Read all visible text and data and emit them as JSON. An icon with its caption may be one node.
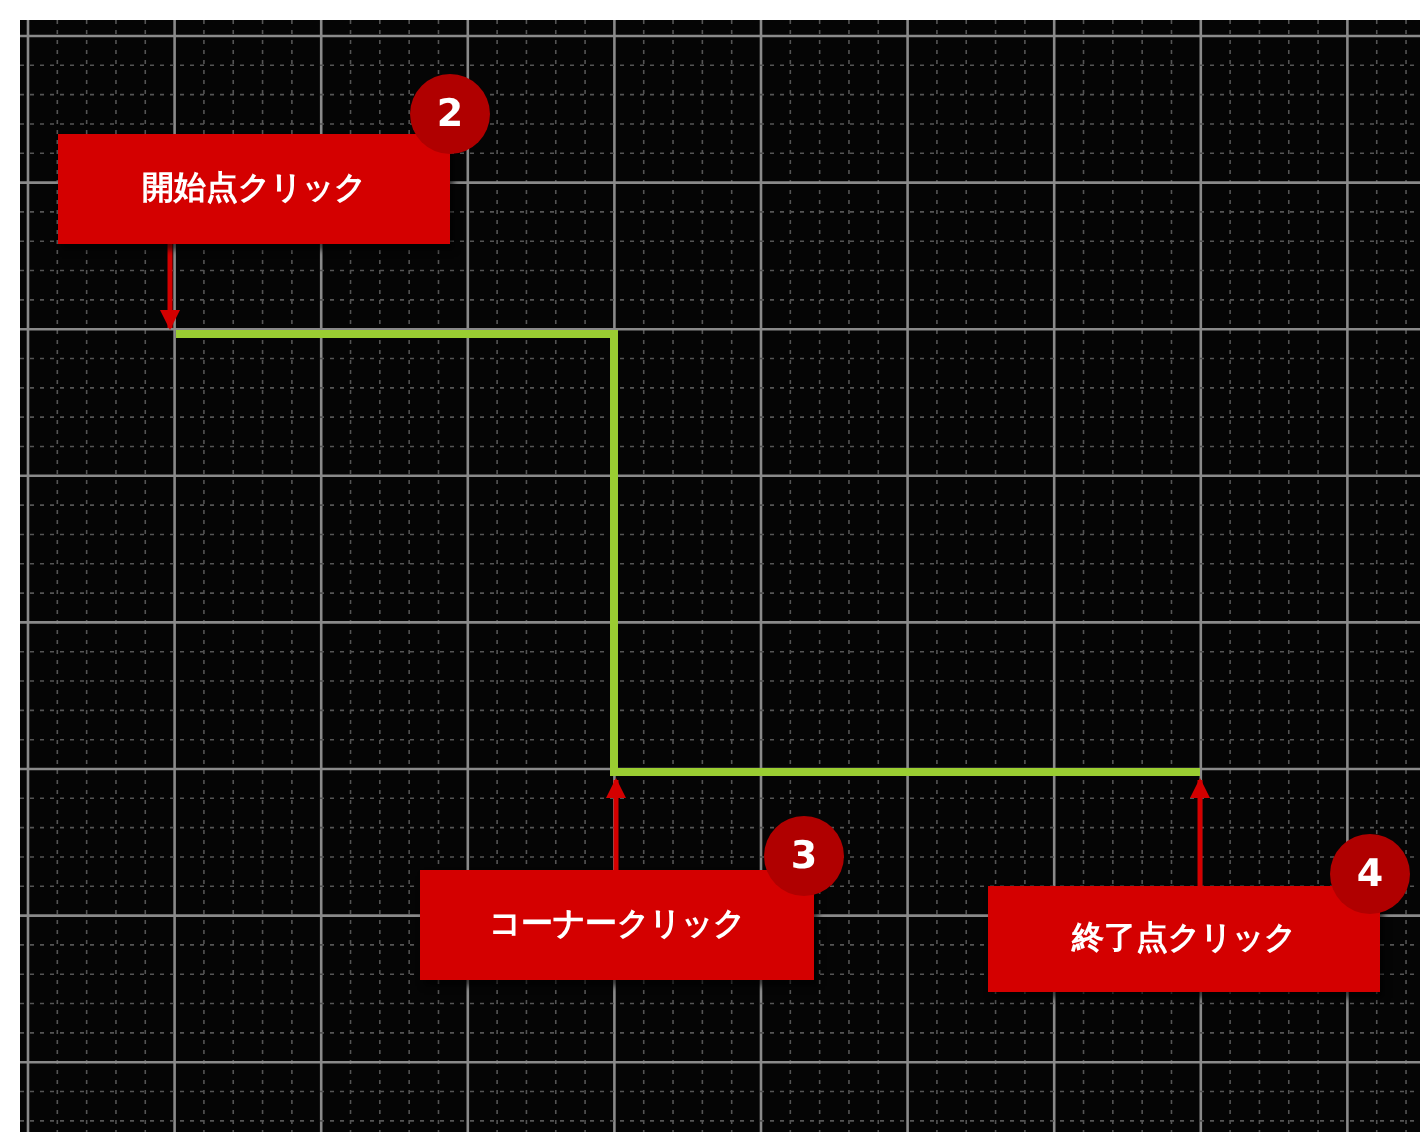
{
  "diagram": {
    "nodes": [
      {
        "text": [
          "開始点クリック"
        ],
        "beside": [
          "2"
        ]
      },
      {
        "text": [
          "コーナークリック"
        ],
        "beside": [
          "3"
        ]
      },
      {
        "text": [
          "終了点クリック"
        ],
        "beside": [
          "4"
        ]
      }
    ],
    "edges": [
      {
        "from": 0,
        "to": null,
        "arrow": "to"
      },
      {
        "from": 1,
        "to": null,
        "arrow": "to"
      },
      {
        "from": 2,
        "to": null,
        "arrow": "to"
      }
    ]
  }
}
